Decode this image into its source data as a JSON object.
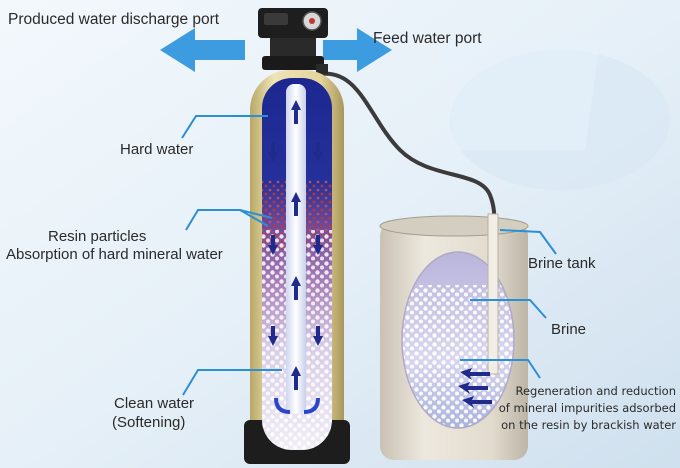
{
  "labels": {
    "produced_water_discharge_port": "Produced water discharge port",
    "feed_water_port": "Feed water port",
    "hard_water": "Hard water",
    "resin_particles": "Resin particles",
    "absorption": "Absorption of hard mineral water",
    "clean_water": "Clean water",
    "softening": "(Softening)",
    "brine_tank": "Brine tank",
    "brine": "Brine",
    "regeneration_line1": "Regeneration and reduction",
    "regeneration_line2": "of mineral impurities adsorbed",
    "regeneration_line3": "on the resin by brackish water"
  },
  "colors": {
    "label_text": "#2a2a2a",
    "leader_line": "#2b8fd6",
    "port_arrow": "#3d9be0",
    "tank_shell": "#e3d6a2",
    "hard_water": "#1f2a8a",
    "resin_zone": "#9c5a8c",
    "brine_tank": "#e6e0d6"
  }
}
